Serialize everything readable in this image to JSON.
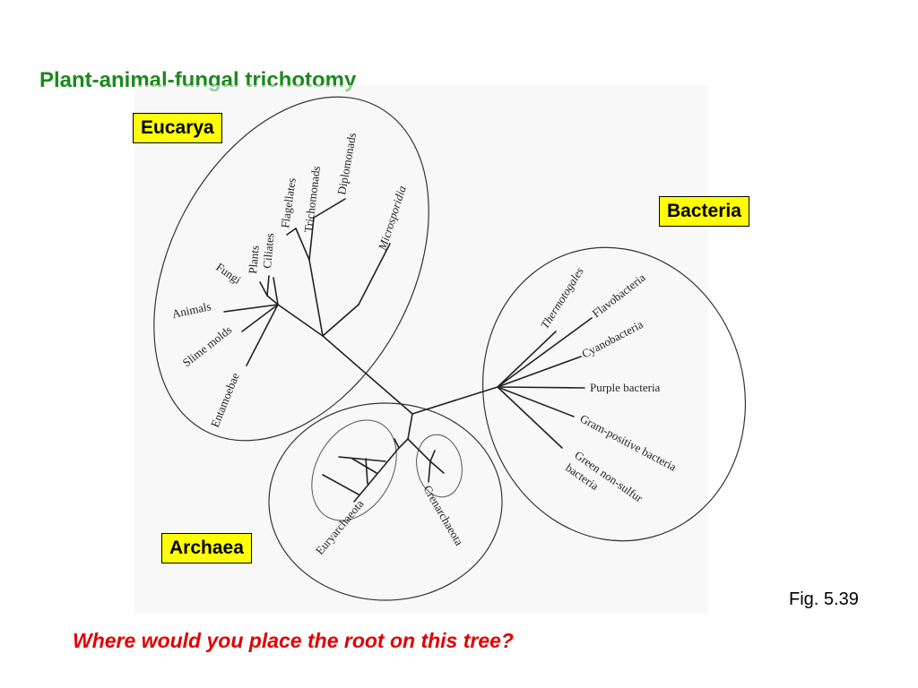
{
  "slide": {
    "title": "Plant-animal-fungal trichotomy",
    "figure_label": "Fig. 5.39",
    "question": "Where would you place the root on this tree?"
  },
  "domains": {
    "eucarya": "Eucarya",
    "bacteria": "Bacteria",
    "archaea": "Archaea"
  },
  "taxa": {
    "eucarya": [
      "Fungi",
      "Plants",
      "Ciliates",
      "Flagellates",
      "Trichomonads",
      "Diplomonads",
      "Microsporidia",
      "Animals",
      "Slime molds",
      "Entamoebae"
    ],
    "bacteria": [
      "Thermotogales",
      "Flavobacteria",
      "Cyanobacteria",
      "Purple bacteria",
      "Gram-positive bacteria",
      "Green non-sulfur",
      "bacteria"
    ],
    "archaea": [
      "Euryarchaeota",
      "Crenarchaeota"
    ]
  },
  "colors": {
    "title": "#1a8a1a",
    "question": "#e00000",
    "label_box": "#ffff00"
  }
}
